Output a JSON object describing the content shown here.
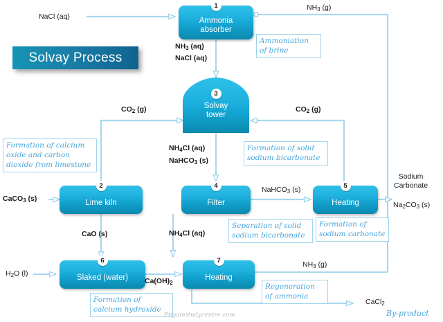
{
  "title": "Solvay Process",
  "watermark": "Priyamstudycentre.com",
  "nodes": [
    {
      "id": 1,
      "num": "1",
      "label": "Ammonia\nabsorber",
      "shape": "rect"
    },
    {
      "id": 3,
      "num": "3",
      "label": "Solvay\ntower",
      "shape": "tower"
    },
    {
      "id": 2,
      "num": "2",
      "label": "Lime kiln",
      "shape": "rect"
    },
    {
      "id": 4,
      "num": "4",
      "label": "Filter",
      "shape": "rect"
    },
    {
      "id": 5,
      "num": "5",
      "label": "Heating",
      "shape": "rect"
    },
    {
      "id": 6,
      "num": "6",
      "label": "Slaked (water)",
      "shape": "rect"
    },
    {
      "id": 7,
      "num": "7",
      "label": "Heating",
      "shape": "rect"
    }
  ],
  "streams": [
    {
      "key": "nacl_in",
      "text": "NaCl (aq)"
    },
    {
      "key": "nh3_g_top",
      "text": "NH3 (g)"
    },
    {
      "key": "nh3_aq",
      "text": "NH3 (aq)"
    },
    {
      "key": "nacl_aq",
      "text": "NaCl (aq)"
    },
    {
      "key": "co2_left",
      "text": "CO2 (g)"
    },
    {
      "key": "co2_right",
      "text": "CO2 (g)"
    },
    {
      "key": "nh4cl_aq_tower",
      "text": "NH4Cl (aq)"
    },
    {
      "key": "nahco3_s_tower",
      "text": "NaHCO3 (s)"
    },
    {
      "key": "caco3_in",
      "text": "CaCO3 (s)"
    },
    {
      "key": "nahco3_s_mid",
      "text": "NaHCO3 (s)"
    },
    {
      "key": "cao_s",
      "text": "CaO (s)"
    },
    {
      "key": "nh4cl_aq_down",
      "text": "NH4Cl (aq)"
    },
    {
      "key": "h2o_l",
      "text": "H2O (l)"
    },
    {
      "key": "caoh2",
      "text": "Ca(OH)2"
    },
    {
      "key": "nh3_g_bottom",
      "text": "NH3 (g)"
    },
    {
      "key": "cacl2",
      "text": "CaCl2"
    }
  ],
  "products": {
    "sodium_carbonate_name": "Sodium\nCarbonate",
    "sodium_carbonate_formula": "Na2CO3 (s)",
    "byproduct_label": "By-product"
  },
  "notes": [
    {
      "key": "note_brine",
      "text": "Ammoniation\nof brine"
    },
    {
      "key": "note_limestone",
      "text": "Formation of calcium\noxide and carbon\ndioxide from limestone"
    },
    {
      "key": "note_bicarb",
      "text": "Formation of solid\nsodium bicarbonate"
    },
    {
      "key": "note_separate",
      "text": "Separation of solid\nsodium bicarbonate"
    },
    {
      "key": "note_carbonate",
      "text": "Formation of\nsodium carbonate"
    },
    {
      "key": "note_hydroxide",
      "text": "Formation of\ncalcium hydroxide"
    },
    {
      "key": "note_regen",
      "text": "Regeneration\nof ammonia"
    }
  ],
  "colors": {
    "node_light": "#2fc0e8",
    "node_dark": "#0b89ae",
    "wire": "#a8d8ef",
    "note_text": "#4aa6dd",
    "title_bg": "#1694b4"
  }
}
